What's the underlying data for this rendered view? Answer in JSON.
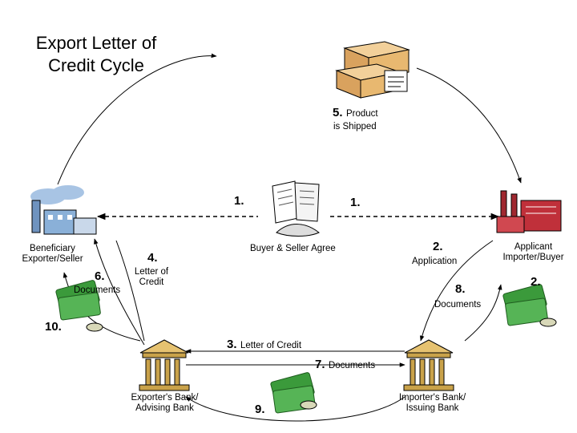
{
  "title": {
    "line1": "Export Letter of",
    "line2": "Credit Cycle"
  },
  "steps": {
    "s5": {
      "num": "5.",
      "text1": "Product",
      "text2": "is Shipped"
    },
    "s1_left": "1.",
    "s1_right": "1.",
    "buyer_seller_agree": "Buyer & Seller Agree",
    "s2_app": {
      "num": "2.",
      "text": "Application"
    },
    "s2_right": "2.",
    "s4": {
      "num": "4.",
      "text1": "Letter of",
      "text2": "Credit"
    },
    "s6": {
      "num": "6.",
      "text": "Documents"
    },
    "s8": {
      "num": "8.",
      "text": "Documents"
    },
    "s10": "10.",
    "s3": {
      "num": "3.",
      "text": "Letter of Credit"
    },
    "s7": {
      "num": "7.",
      "text": "Documents"
    },
    "s9": "9."
  },
  "parties": {
    "beneficiary": {
      "line1": "Beneficiary",
      "line2": "Exporter/Seller"
    },
    "applicant": {
      "line1": "Applicant",
      "line2": "Importer/Buyer"
    },
    "exporter_bank": {
      "line1": "Exporter's Bank/",
      "line2": "Advising Bank"
    },
    "importer_bank": {
      "line1": "Importer's Bank/",
      "line2": "Issuing Bank"
    }
  },
  "colors": {
    "factory_left": "#8ab0d8",
    "factory_right": "#c0303a",
    "bank": "#c9a24a",
    "money": "#3b9a3b",
    "boxes": "#e8b870"
  },
  "icons": [
    "factory-icon",
    "factory-icon",
    "shipping-boxes-icon",
    "contract-handshake-icon",
    "bank-icon",
    "bank-icon",
    "money-icon",
    "money-icon",
    "money-icon"
  ]
}
